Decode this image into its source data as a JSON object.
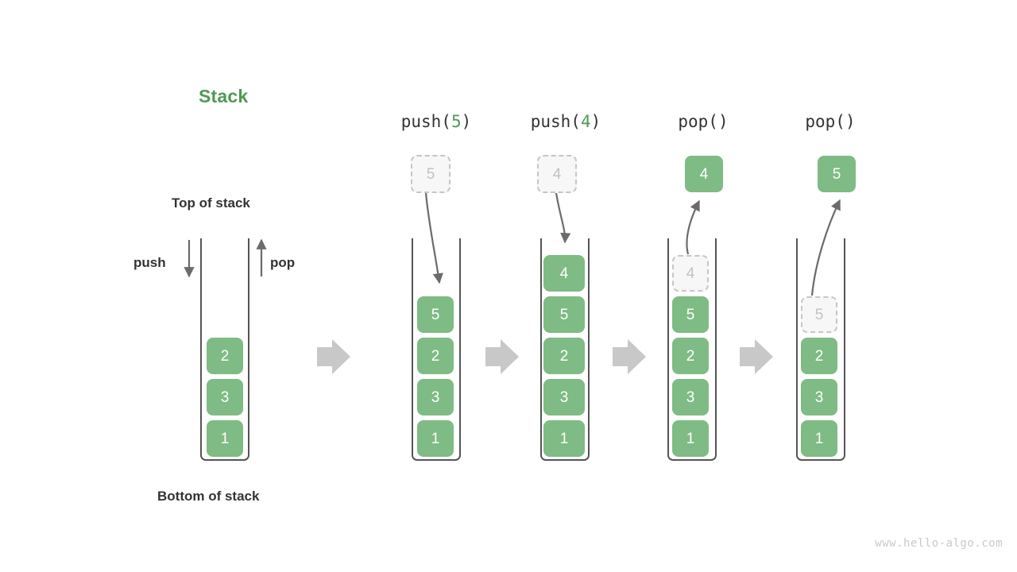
{
  "figure": {
    "title": "Stack",
    "title_color": "#4e9a52",
    "top_label": "Top of stack",
    "bottom_label": "Bottom of stack",
    "push_label": "push",
    "pop_label": "pop",
    "watermark": "www.hello-algo.com"
  },
  "colors": {
    "box_fill": "#7fbb84",
    "box_text": "#ffffff",
    "ghost_fill": "#f7f7f7",
    "ghost_border": "#c6c6c6",
    "ghost_text": "#c2c2c2",
    "container_stroke": "#555555",
    "arrow_gray": "#6b6b6b",
    "step_arrow": "#c8c8c8",
    "accent": "#4e9a52"
  },
  "initial_stack": {
    "caption": "",
    "items": [
      "2",
      "3",
      "1"
    ]
  },
  "steps": [
    {
      "op_prefix": "push(",
      "op_arg": "5",
      "op_suffix": ")",
      "op_label": "push(5)",
      "floating_box": {
        "value": "5",
        "style": "ghost"
      },
      "stack_items": [
        {
          "value": "5",
          "style": "solid"
        },
        {
          "value": "2",
          "style": "solid"
        },
        {
          "value": "3",
          "style": "solid"
        },
        {
          "value": "1",
          "style": "solid"
        }
      ]
    },
    {
      "op_prefix": "push(",
      "op_arg": "4",
      "op_suffix": ")",
      "op_label": "push(4)",
      "floating_box": {
        "value": "4",
        "style": "ghost"
      },
      "stack_items": [
        {
          "value": "4",
          "style": "solid"
        },
        {
          "value": "5",
          "style": "solid"
        },
        {
          "value": "2",
          "style": "solid"
        },
        {
          "value": "3",
          "style": "solid"
        },
        {
          "value": "1",
          "style": "solid"
        }
      ]
    },
    {
      "op_prefix": "pop(",
      "op_arg": "",
      "op_suffix": ")",
      "op_label": "pop()",
      "floating_box": {
        "value": "4",
        "style": "solid"
      },
      "stack_items": [
        {
          "value": "4",
          "style": "ghost"
        },
        {
          "value": "5",
          "style": "solid"
        },
        {
          "value": "2",
          "style": "solid"
        },
        {
          "value": "3",
          "style": "solid"
        },
        {
          "value": "1",
          "style": "solid"
        }
      ]
    },
    {
      "op_prefix": "pop(",
      "op_arg": "",
      "op_suffix": ")",
      "op_label": "pop()",
      "floating_box": {
        "value": "5",
        "style": "solid"
      },
      "stack_items": [
        {
          "value": "5",
          "style": "ghost"
        },
        {
          "value": "2",
          "style": "solid"
        },
        {
          "value": "3",
          "style": "solid"
        },
        {
          "value": "1",
          "style": "solid"
        }
      ]
    }
  ]
}
